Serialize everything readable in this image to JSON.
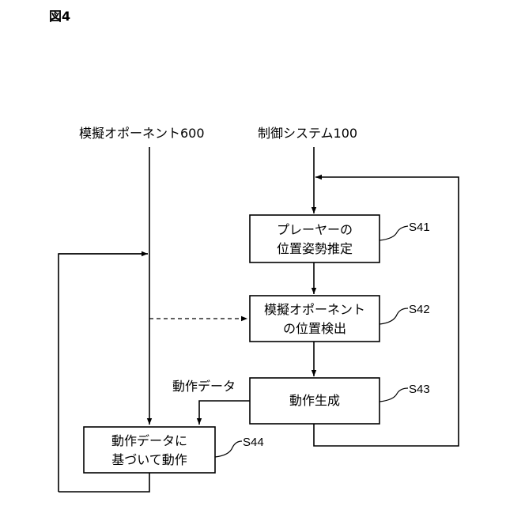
{
  "figure": {
    "title": "図4"
  },
  "lanes": {
    "left_header": "模擬オポーネント600",
    "right_header": "制御システム100"
  },
  "steps": {
    "s41": {
      "line1": "プレーヤーの",
      "line2": "位置姿勢推定",
      "id": "S41"
    },
    "s42": {
      "line1": "模擬オポーネント",
      "line2": "の位置検出",
      "id": "S42"
    },
    "s43": {
      "line1": "動作生成",
      "id": "S43"
    },
    "s44": {
      "line1": "動作データに",
      "line2": "基づいて動作",
      "id": "S44"
    }
  },
  "arrow_labels": {
    "motion_data": "動作データ"
  }
}
